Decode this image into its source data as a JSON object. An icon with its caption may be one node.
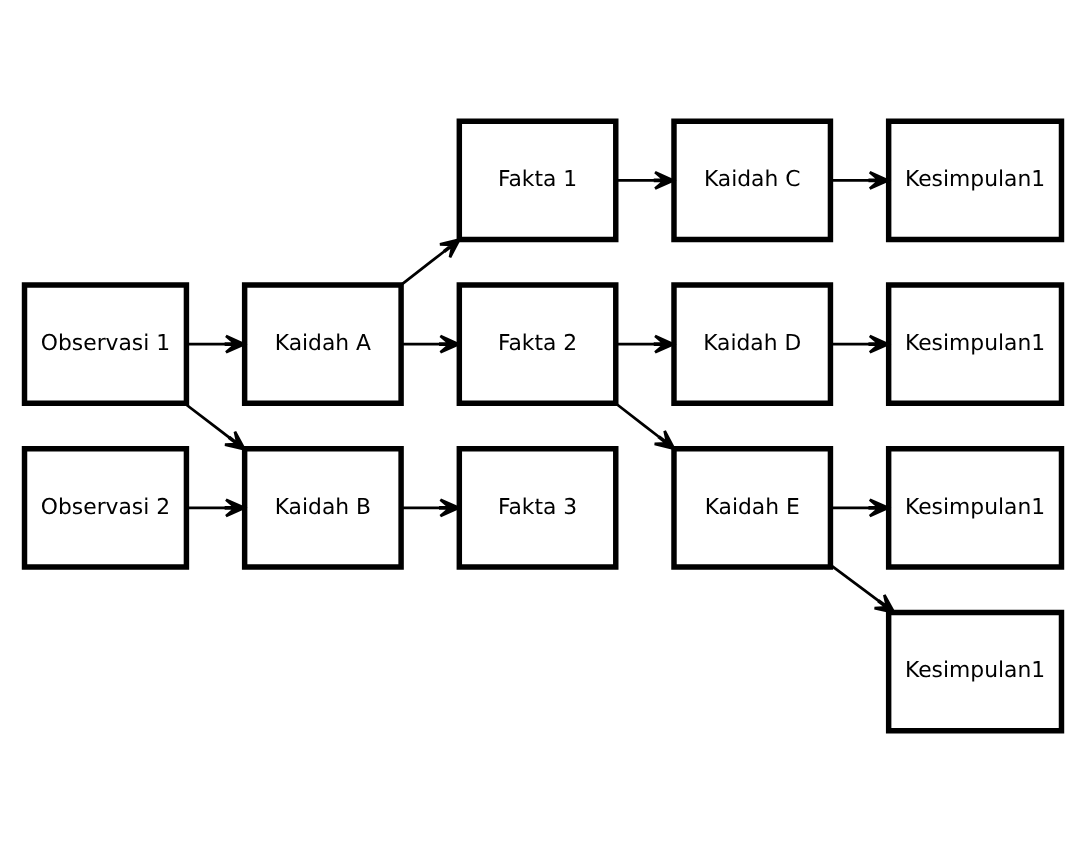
{
  "diagram": {
    "nodes": [
      {
        "text": [
          "Observasi 1"
        ]
      },
      {
        "text": [
          "Observasi 2"
        ]
      },
      {
        "text": [
          "Kaidah A"
        ]
      },
      {
        "text": [
          "Kaidah B"
        ]
      },
      {
        "text": [
          "Fakta 1"
        ]
      },
      {
        "text": [
          "Fakta 2"
        ]
      },
      {
        "text": [
          "Fakta 3"
        ]
      },
      {
        "text": [
          "Kaidah C"
        ]
      },
      {
        "text": [
          "Kaidah D"
        ]
      },
      {
        "text": [
          "Kaidah E"
        ]
      },
      {
        "text": [
          "Kesimpulan1"
        ]
      },
      {
        "text": [
          "Kesimpulan1"
        ]
      },
      {
        "text": [
          "Kesimpulan1"
        ]
      },
      {
        "text": [
          "Kesimpulan1"
        ]
      }
    ],
    "edges": [
      {
        "from": 0,
        "to": 2,
        "arrow": "to"
      },
      {
        "from": 0,
        "to": 3,
        "arrow": "to"
      },
      {
        "from": 1,
        "to": 3,
        "arrow": "to"
      },
      {
        "from": 2,
        "to": 4,
        "arrow": "to"
      },
      {
        "from": 2,
        "to": 5,
        "arrow": "to"
      },
      {
        "from": 3,
        "to": 6,
        "arrow": "to"
      },
      {
        "from": 4,
        "to": 7,
        "arrow": "to"
      },
      {
        "from": 5,
        "to": 8,
        "arrow": "to"
      },
      {
        "from": 5,
        "to": 9,
        "arrow": "to"
      },
      {
        "from": 7,
        "to": 10,
        "arrow": "to"
      },
      {
        "from": 8,
        "to": 11,
        "arrow": "to"
      },
      {
        "from": 9,
        "to": 12,
        "arrow": "to"
      },
      {
        "from": 9,
        "to": 13,
        "arrow": "to"
      }
    ]
  }
}
